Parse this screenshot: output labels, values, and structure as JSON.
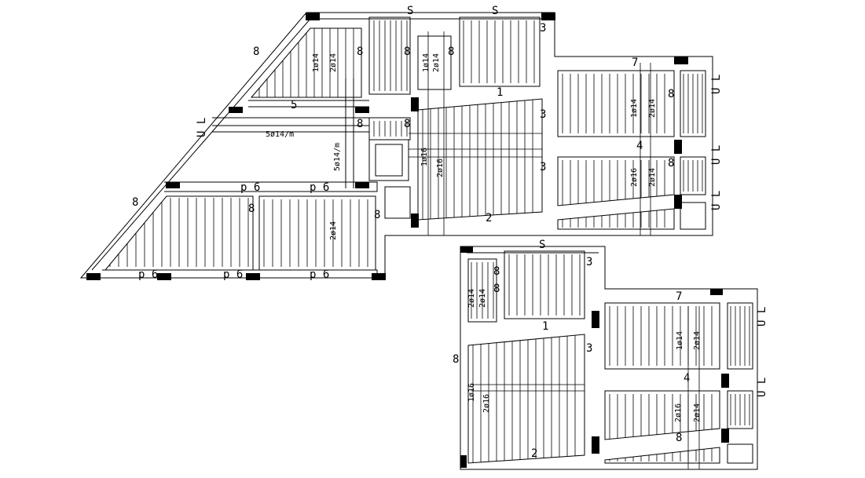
{
  "slab_labels": [
    "S",
    "S",
    "3",
    "3",
    "3",
    "3",
    "1",
    "1",
    "2",
    "2",
    "4",
    "4",
    "5",
    "7",
    "7",
    "8",
    "8",
    "8",
    "8",
    "8",
    "8",
    "8",
    "8",
    "8",
    "8",
    "8",
    "8",
    "8",
    "8",
    "8"
  ],
  "beam_labels": {
    "ul": "U L",
    "p6": "p 6"
  },
  "rebar_labels": {
    "one_14": "1ø14",
    "two_14": "2ø14",
    "one_16": "1ø16",
    "two_16": "2ø16",
    "five_14": "5ø14/m"
  },
  "colors": {
    "line": "#000000",
    "column": "#000000",
    "background": "#ffffff"
  }
}
